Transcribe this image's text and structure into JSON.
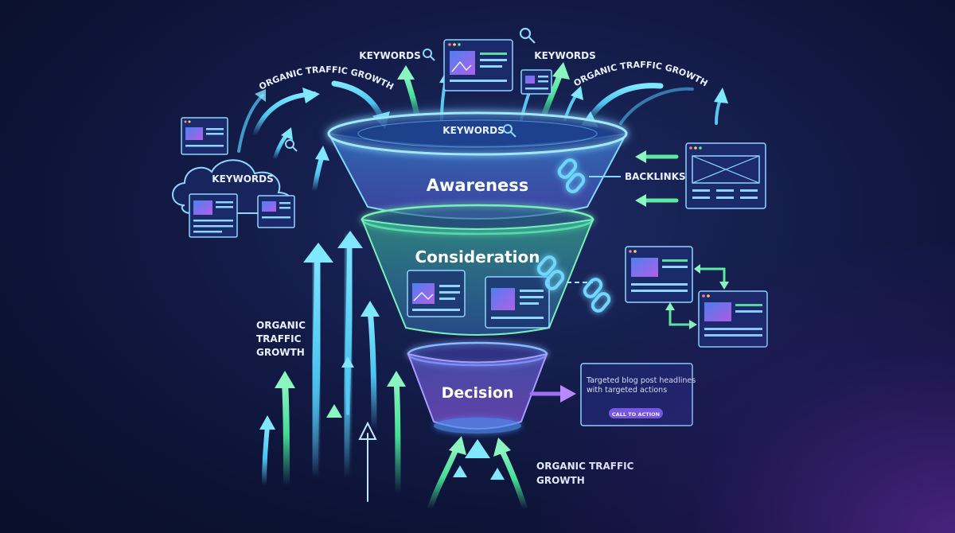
{
  "stages": {
    "awareness": "Awareness",
    "consideration": "Consideration",
    "decision": "Decision"
  },
  "labels": {
    "keywords_top_left": "KEYWORDS",
    "keywords_top_right": "KEYWORDS",
    "keywords_rim": "KEYWORDS",
    "keywords_cloud": "KEYWORDS",
    "organic_arc_left": "ORGANIC TRAFFIC GROWTH",
    "organic_arc_right": "ORGANIC TRAFFIC GROWTH",
    "organic_left_line1": "ORGANIC",
    "organic_left_line2": "TRAFFIC",
    "organic_left_line3": "GROWTH",
    "organic_bottom_line1": "ORGANIC TRAFFIC",
    "organic_bottom_line2": "GROWTH",
    "backlinks": "BACKLINKS"
  },
  "cta_card": {
    "headline_line1": "Targeted blog post headlines",
    "headline_line2": "with targeted actions",
    "button": "CALL TO ACTION"
  },
  "colors": {
    "cyan": "#58c8f5",
    "green": "#5ee8a0",
    "violet": "#a070f0"
  }
}
